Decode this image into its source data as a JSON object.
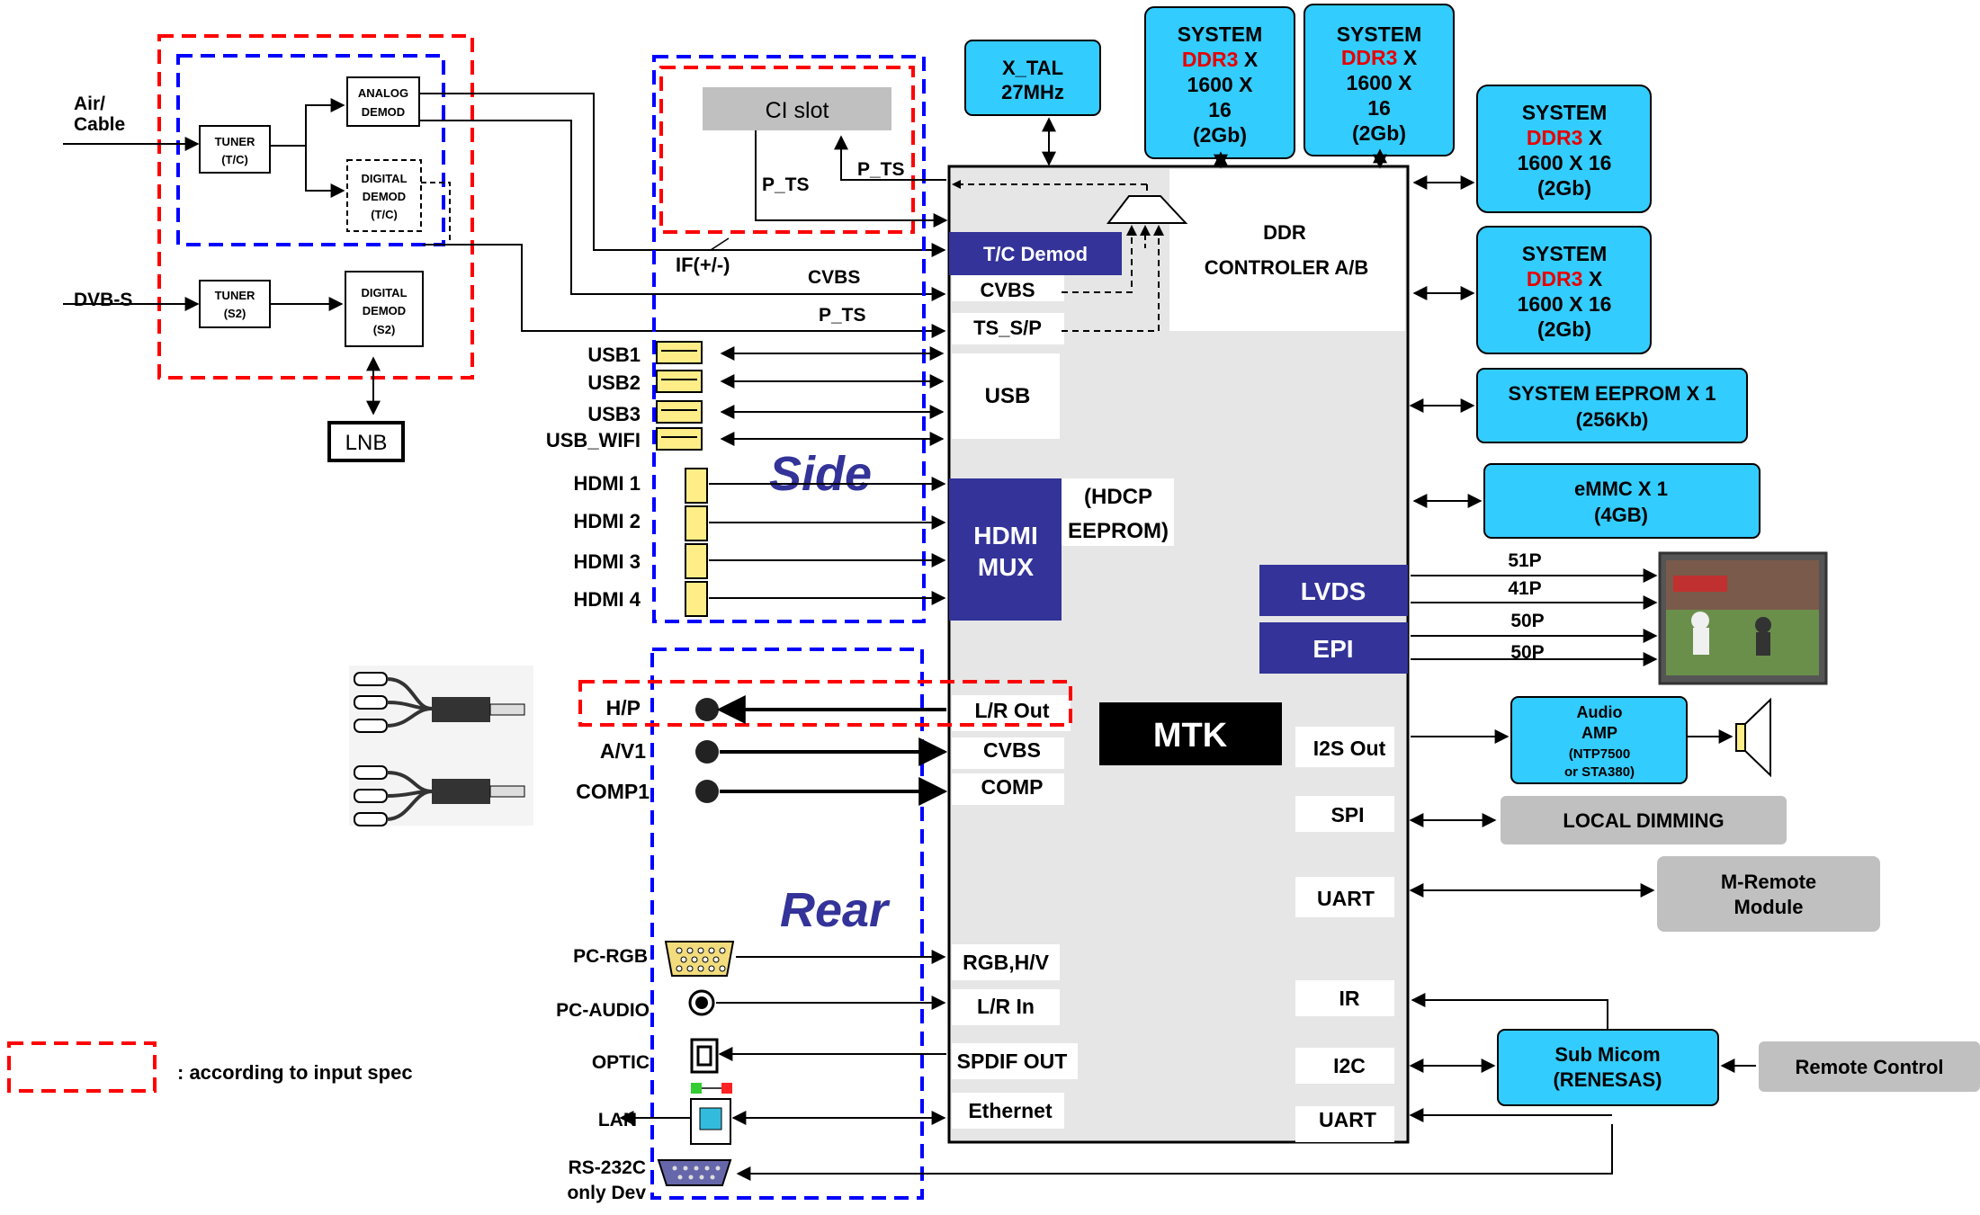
{
  "input_section": {
    "air_cable_line1": "Air/",
    "air_cable_line2": "Cable",
    "dvbs_label": "DVB-S",
    "tuner_tc_line1": "TUNER",
    "tuner_tc_line2": "(T/C)",
    "analog_demod_line1": "ANALOG",
    "analog_demod_line2": "DEMOD",
    "digital_demod_tc_line1": "DIGITAL",
    "digital_demod_tc_line2": "DEMOD",
    "digital_demod_tc_line3": "(T/C)",
    "tuner_s2_line1": "TUNER",
    "tuner_s2_line2": "(S2)",
    "digital_demod_s2_line1": "DIGITAL",
    "digital_demod_s2_line2": "DEMOD",
    "digital_demod_s2_line3": "(S2)",
    "lnb": "LNB"
  },
  "ci": {
    "slot": "CI slot",
    "pts_left": "P_TS",
    "pts_right": "P_TS",
    "if_label": "IF(+/-)",
    "cvbs_label": "CVBS",
    "pts_label": "P_TS"
  },
  "side": {
    "title": "Side",
    "usb_labels": [
      "USB1",
      "USB2",
      "USB3",
      "USB_WIFI"
    ],
    "hdmi_labels": [
      "HDMI 1",
      "HDMI 2",
      "HDMI 3",
      "HDMI 4"
    ]
  },
  "rear": {
    "title": "Rear",
    "hp": "H/P",
    "av1": "A/V1",
    "comp1": "COMP1",
    "pc_rgb": "PC-RGB",
    "pc_audio": "PC-AUDIO",
    "optic": "OPTIC",
    "lan": "LAN",
    "rs232_line1": "RS-232C",
    "rs232_line2": "only Dev"
  },
  "legend": {
    "text": ": according to input spec"
  },
  "mtk": {
    "title": "MTK",
    "tc_demod": "T/C  Demod",
    "cvbs": "CVBS",
    "ts_sp": "TS_S/P",
    "usb": "USB",
    "hdmi_mux_line1": "HDMI",
    "hdmi_mux_line2": "MUX",
    "hdcp_line1": "(HDCP",
    "hdcp_line2": "EEPROM)",
    "lr_out": "L/R Out",
    "cvbs_in": "CVBS",
    "comp": "COMP",
    "rgb_hv": "RGB,H/V",
    "lr_in": "L/R In",
    "spdif_out": "SPDIF OUT",
    "ethernet": "Ethernet",
    "ddr_ctrl_line1": "DDR",
    "ddr_ctrl_line2": "CONTROLER A/B",
    "lvds": "LVDS",
    "epi": "EPI",
    "i2s_out": "I2S Out",
    "spi": "SPI",
    "uart1": "UART",
    "ir": "IR",
    "i2c": "I2C",
    "uart2": "UART"
  },
  "top_blocks": {
    "xtal_line1": "X_TAL",
    "xtal_line2": "27MHz",
    "ddr_a": {
      "line1": "SYSTEM",
      "ddr": "DDR3",
      "x_suffix": " X",
      "line3": "1600 X",
      "line4": "16",
      "line5": "(2Gb)"
    },
    "ddr_b": {
      "line1": "SYSTEM",
      "ddr": "DDR3",
      "x_suffix": " X",
      "line3": "1600 X",
      "line4": "16",
      "line5": "(2Gb)"
    }
  },
  "right_blocks": {
    "ddr_c": {
      "line1": "SYSTEM",
      "ddr": "DDR3",
      "x_suffix": " X",
      "line3": "1600 X 16",
      "line4": "(2Gb)"
    },
    "ddr_d": {
      "line1": "SYSTEM",
      "ddr": "DDR3",
      "x_suffix": " X",
      "line3": "1600 X 16",
      "line4": "(2Gb)"
    },
    "eeprom_line1": "SYSTEM EEPROM X 1",
    "eeprom_line2": "(256Kb)",
    "emmc_line1": "eMMC X 1",
    "emmc_line2": "(4GB)",
    "pins": [
      "51P",
      "41P",
      "50P",
      "50P"
    ],
    "audio_amp_line1": "Audio",
    "audio_amp_line2": "AMP",
    "audio_amp_line3": "(NTP7500",
    "audio_amp_line4": "or STA380)",
    "local_dimming": "LOCAL  DIMMING",
    "m_remote_line1": "M-Remote",
    "m_remote_line2": "Module",
    "sub_micom_line1": "Sub Micom",
    "sub_micom_line2": "(RENESAS)",
    "remote_control": "Remote Control"
  },
  "colors": {
    "chip_blue": "#333399",
    "cyan_block": "#33ccff",
    "gray_block": "#c0c0c0",
    "red_dash": "#ff0000",
    "blue_dash": "#0000ff",
    "ddr_red": "#e60000",
    "side_rear_text": "#333399"
  }
}
